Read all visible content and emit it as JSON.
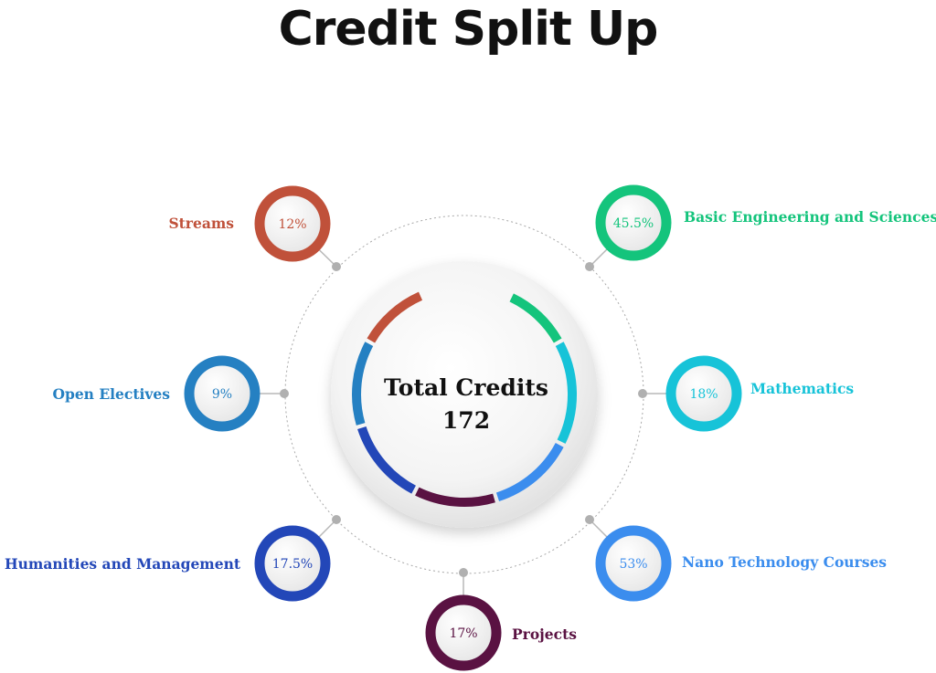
{
  "title": "Credit Split Up",
  "center": {
    "title": "Total Credits",
    "value": "172"
  },
  "categories": [
    {
      "label": "Streams",
      "percent": "12%",
      "color": "#C0513A"
    },
    {
      "label": "Basic Engineering and Sciences",
      "percent": "45.5%",
      "color": "#14C47C"
    },
    {
      "label": "Open Electives",
      "percent": "9%",
      "color": "#2580C2"
    },
    {
      "label": "Mathematics",
      "percent": "18%",
      "color": "#17C3D8"
    },
    {
      "label": "Humanities and Management",
      "percent": "17.5%",
      "color": "#2347B8"
    },
    {
      "label": "Nano Technology Courses",
      "percent": "53%",
      "color": "#3B8DEE"
    },
    {
      "label": "Projects",
      "percent": "17%",
      "color": "#5A1242"
    }
  ]
}
